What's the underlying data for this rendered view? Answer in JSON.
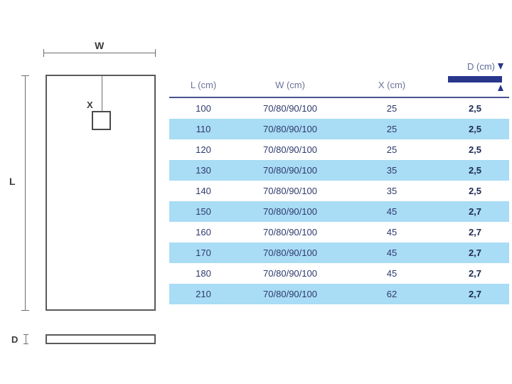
{
  "diagram": {
    "name": "shower-tray-dimension-drawing",
    "width_label": "W",
    "length_label": "L",
    "drain_offset_label": "X",
    "depth_label": "D"
  },
  "table": {
    "columns": [
      {
        "key": "l",
        "label": "L (cm)"
      },
      {
        "key": "w",
        "label": "W (cm)"
      },
      {
        "key": "x",
        "label": "X (cm)"
      },
      {
        "key": "d",
        "label": "D (cm)"
      }
    ],
    "d_header": {
      "label": "D (cm)",
      "arrow_down_icon": "arrow-down-icon",
      "arrow_up_icon": "arrow-up-icon",
      "bar_color": "#28368c"
    },
    "rows": [
      {
        "l": "100",
        "w": "70/80/90/100",
        "x": "25",
        "d": "2,5"
      },
      {
        "l": "110",
        "w": "70/80/90/100",
        "x": "25",
        "d": "2,5"
      },
      {
        "l": "120",
        "w": "70/80/90/100",
        "x": "25",
        "d": "2,5"
      },
      {
        "l": "130",
        "w": "70/80/90/100",
        "x": "35",
        "d": "2,5"
      },
      {
        "l": "140",
        "w": "70/80/90/100",
        "x": "35",
        "d": "2,5"
      },
      {
        "l": "150",
        "w": "70/80/90/100",
        "x": "45",
        "d": "2,7"
      },
      {
        "l": "160",
        "w": "70/80/90/100",
        "x": "45",
        "d": "2,7"
      },
      {
        "l": "170",
        "w": "70/80/90/100",
        "x": "45",
        "d": "2,7"
      },
      {
        "l": "180",
        "w": "70/80/90/100",
        "x": "45",
        "d": "2,7"
      },
      {
        "l": "210",
        "w": "70/80/90/100",
        "x": "62",
        "d": "2,7"
      }
    ]
  },
  "colors": {
    "stripe": "#a9dcf5",
    "text_navy": "#2e3a6b",
    "header_text": "#6b7399",
    "rule": "#4a5490",
    "bar": "#28368c",
    "line_gray": "#5a5a5a"
  }
}
